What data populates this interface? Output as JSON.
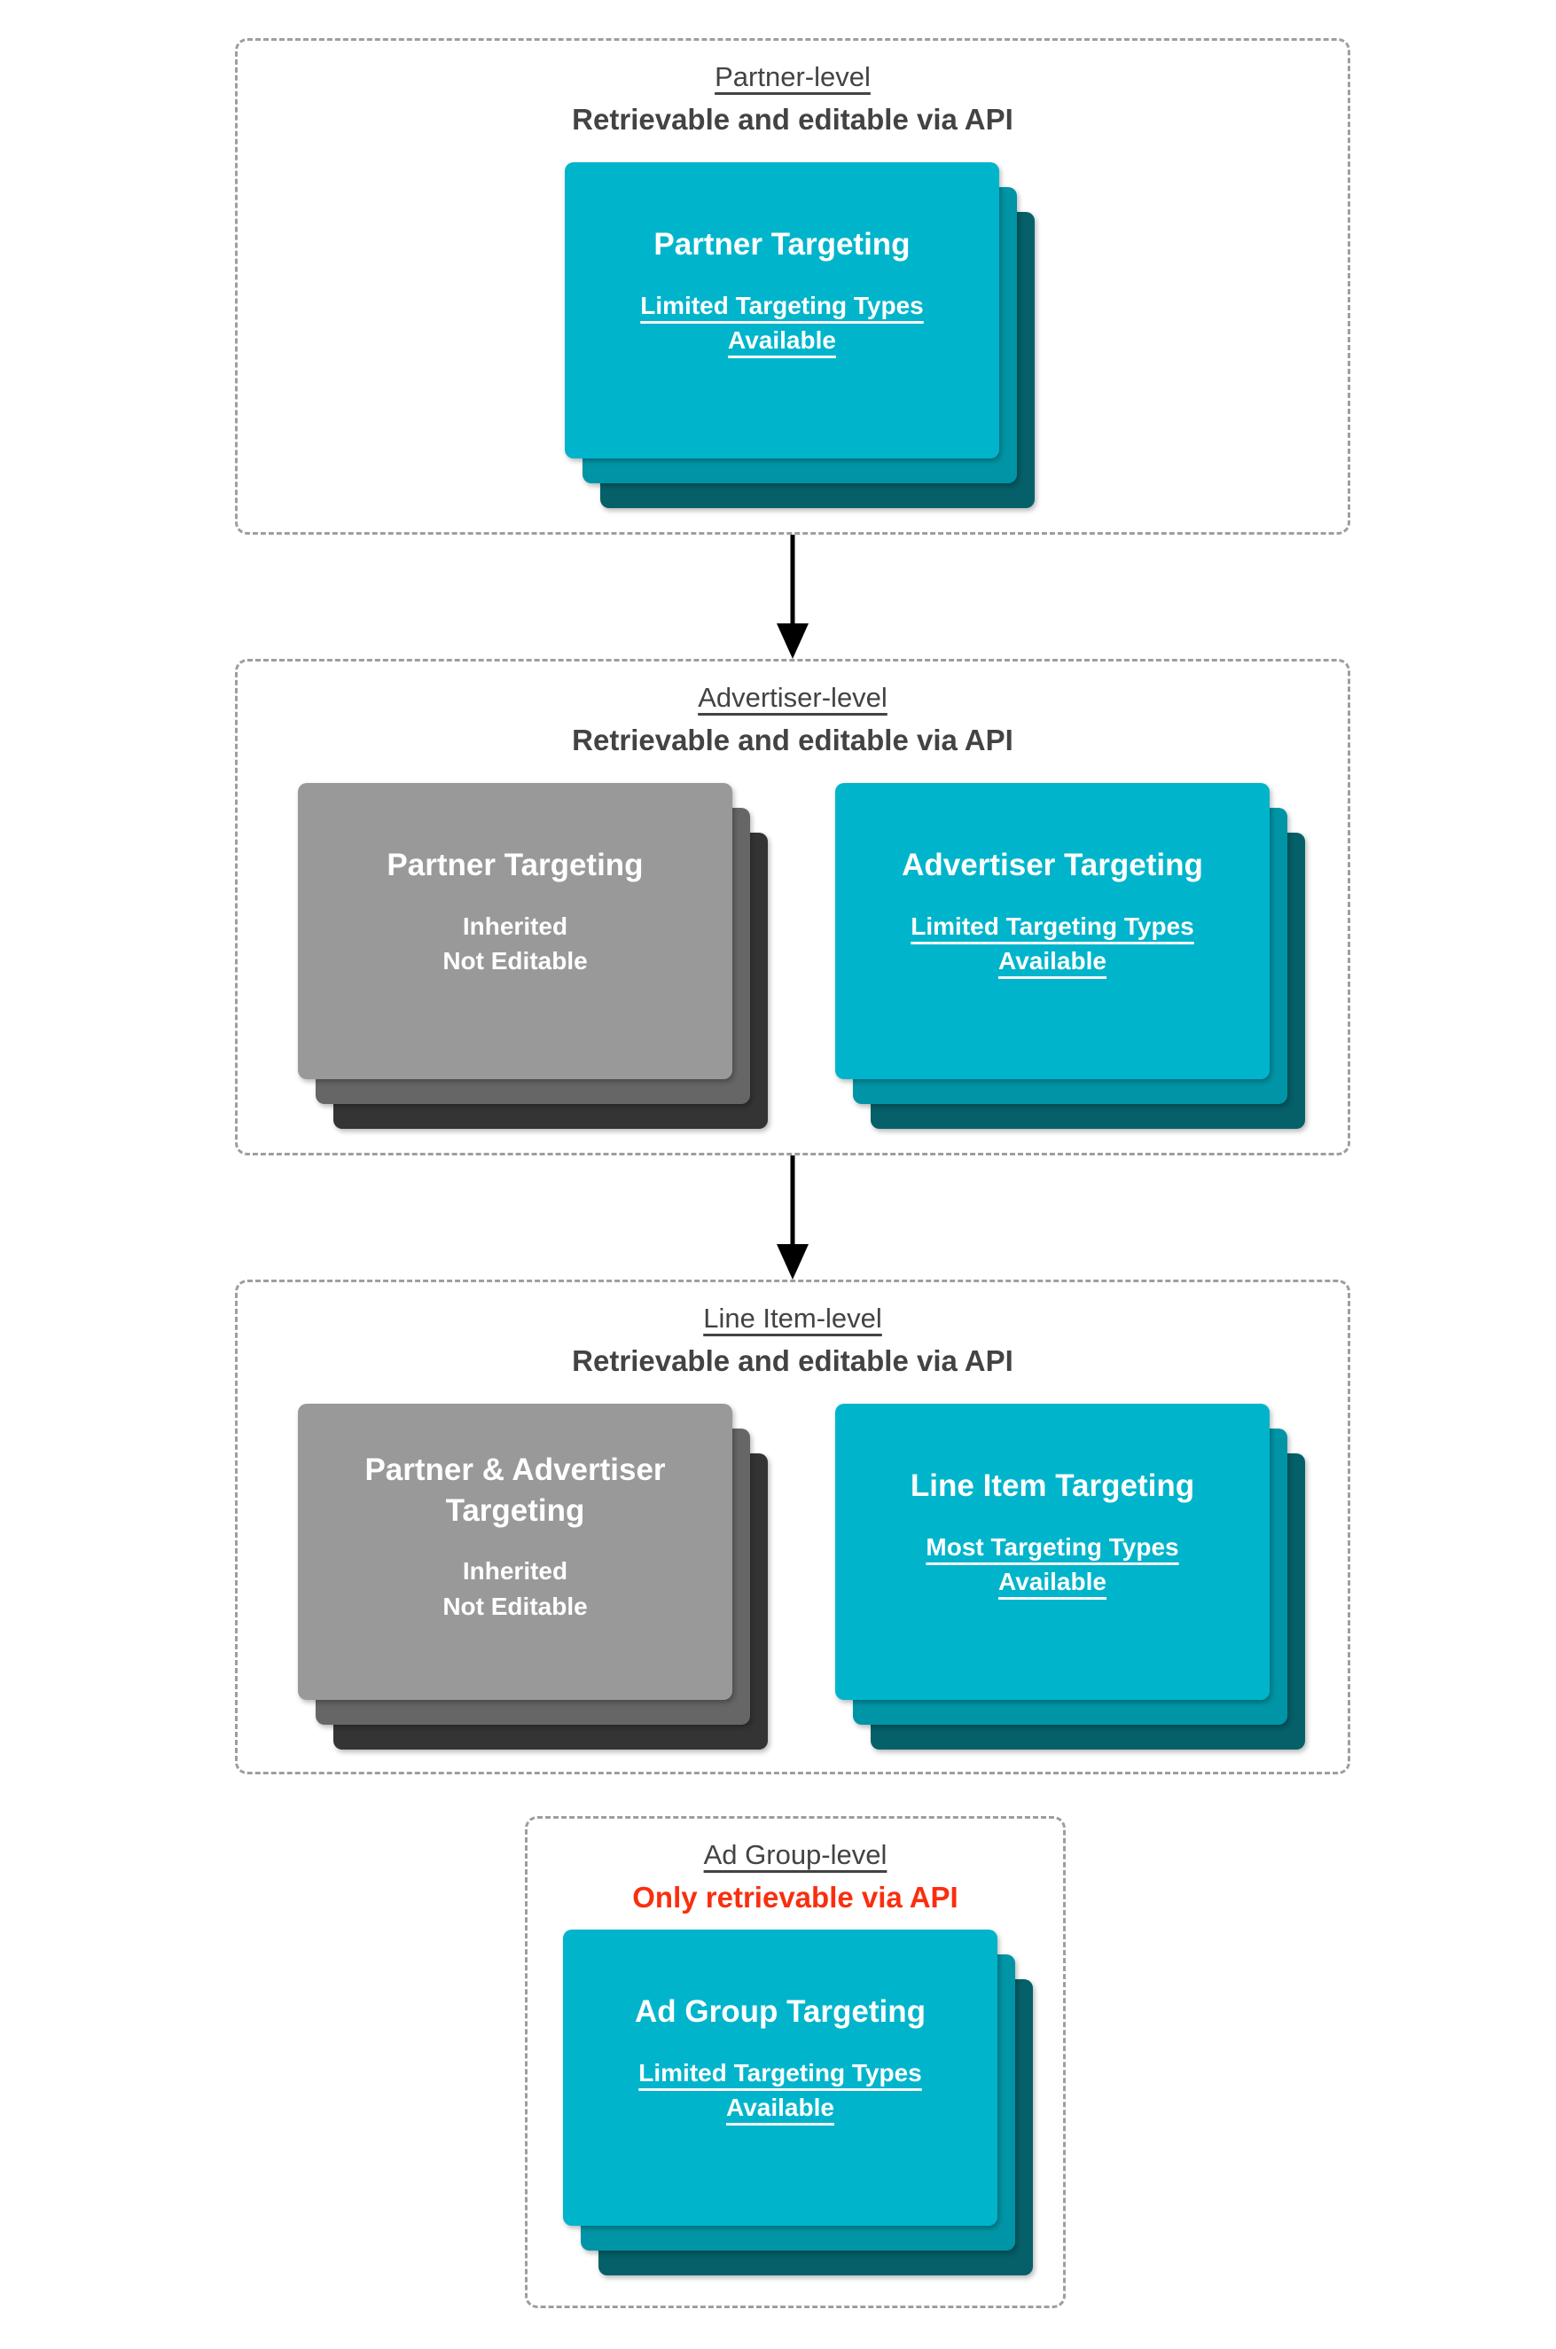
{
  "colors": {
    "teal-front": "#00b5cb",
    "teal-mid": "#0095a6",
    "teal-back": "#056069",
    "gray-front": "#999999",
    "gray-mid": "#666666",
    "gray-back": "#343434",
    "heading": "#434343",
    "alert-red": "#fa2e0e",
    "dash-border": "#9e9e9e",
    "arrow-black": "#000000",
    "card-text": "#ffffff"
  },
  "sections": [
    {
      "title": "Partner-level",
      "subtitle": "Retrievable and editable via API",
      "cards": [
        {
          "title": "Partner Targeting",
          "subtitle": "Limited Targeting Types Available"
        }
      ]
    },
    {
      "title": "Advertiser-level",
      "subtitle": "Retrievable and editable via API",
      "cards": [
        {
          "title": "Partner Targeting",
          "subtitle": "Inherited\nNot Editable"
        },
        {
          "title": "Advertiser Targeting",
          "subtitle": "Limited Targeting Types Available"
        }
      ]
    },
    {
      "title": "Line Item-level",
      "subtitle": "Retrievable and editable via API",
      "cards": [
        {
          "title": "Partner & Advertiser Targeting",
          "subtitle": "Inherited\nNot Editable"
        },
        {
          "title": "Line Item Targeting",
          "subtitle": "Most Targeting Types Available"
        }
      ]
    },
    {
      "title": "Ad Group-level",
      "subtitle": "Only retrievable via API",
      "cards": [
        {
          "title": "Ad Group Targeting",
          "subtitle": "Limited Targeting Types Available"
        }
      ]
    }
  ]
}
